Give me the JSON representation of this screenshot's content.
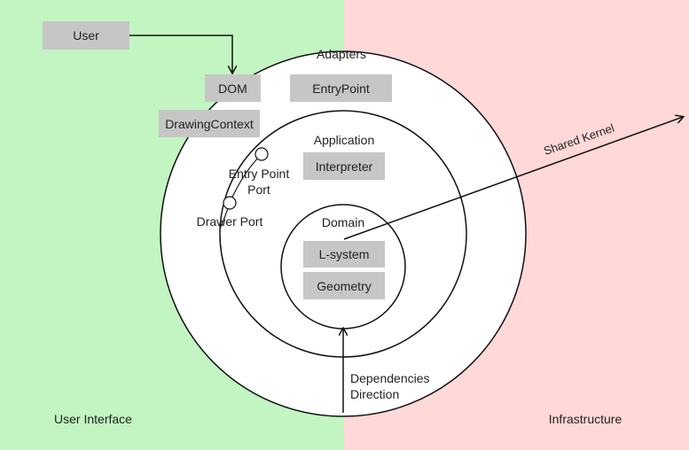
{
  "colors": {
    "left_bg": "#c2f5c2",
    "right_bg": "#ffd8d8",
    "box_fill": "#c6c6c6",
    "circle_fill": "#ffffff",
    "stroke": "#111111"
  },
  "zones": {
    "left": "User Interface",
    "right": "Infrastructure"
  },
  "rings": {
    "adapters": "Adapters",
    "application": "Application",
    "domain": "Domain"
  },
  "boxes": {
    "user": "User",
    "dom": "DOM",
    "entry_point": "EntryPoint",
    "drawing_context": "DrawingContext",
    "interpreter": "Interpreter",
    "l_system": "L-system",
    "geometry": "Geometry"
  },
  "ports": {
    "entry_point_port": "Entry Point\nPort",
    "drawer_port": "Drawer Port"
  },
  "arrows": {
    "shared_kernel": "Shared Kernel",
    "dependencies_direction": "Dependencies\nDirection"
  }
}
